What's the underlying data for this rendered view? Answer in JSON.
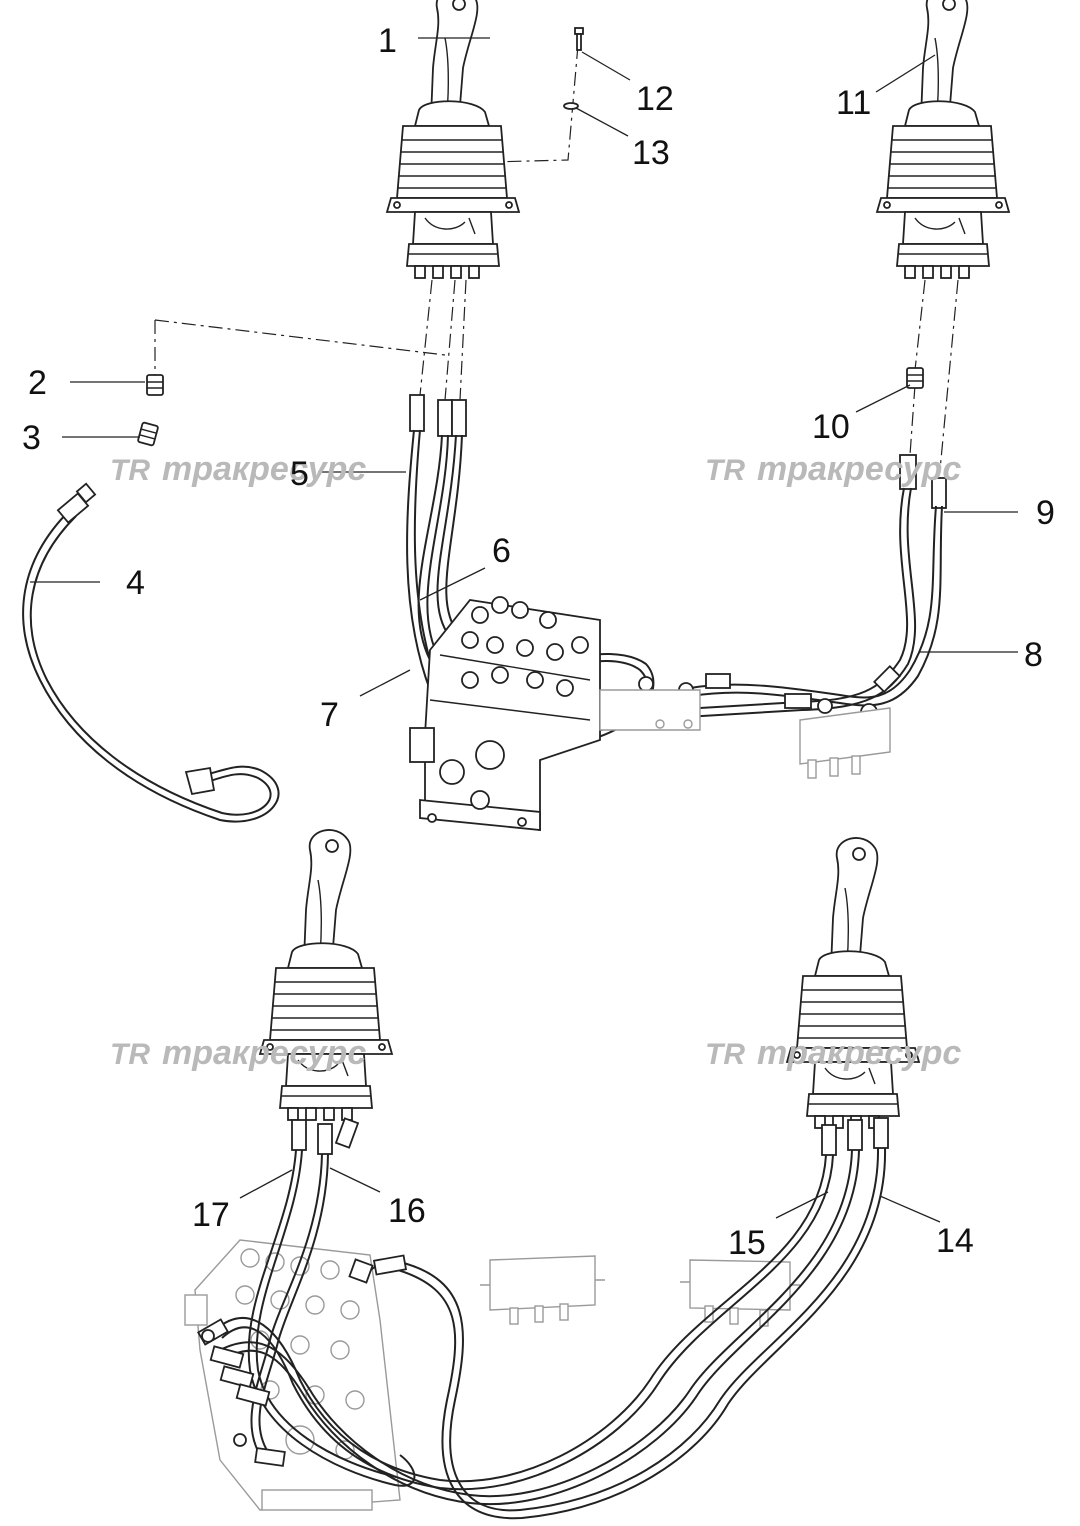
{
  "callouts": [
    {
      "id": "1",
      "label": "1"
    },
    {
      "id": "2",
      "label": "2"
    },
    {
      "id": "3",
      "label": "3"
    },
    {
      "id": "4",
      "label": "4"
    },
    {
      "id": "5",
      "label": "5"
    },
    {
      "id": "6",
      "label": "6"
    },
    {
      "id": "7",
      "label": "7"
    },
    {
      "id": "8",
      "label": "8"
    },
    {
      "id": "9",
      "label": "9"
    },
    {
      "id": "10",
      "label": "10"
    },
    {
      "id": "11",
      "label": "11"
    },
    {
      "id": "12",
      "label": "12"
    },
    {
      "id": "13",
      "label": "13"
    },
    {
      "id": "14",
      "label": "14"
    },
    {
      "id": "15",
      "label": "15"
    },
    {
      "id": "16",
      "label": "16"
    },
    {
      "id": "17",
      "label": "17"
    }
  ],
  "watermark": {
    "logo": "TR",
    "text": "тракресурс",
    "color": "#b9b9b9"
  },
  "colors": {
    "line": "#222222",
    "ghost": "#9a9a9a",
    "background": "#ffffff"
  }
}
